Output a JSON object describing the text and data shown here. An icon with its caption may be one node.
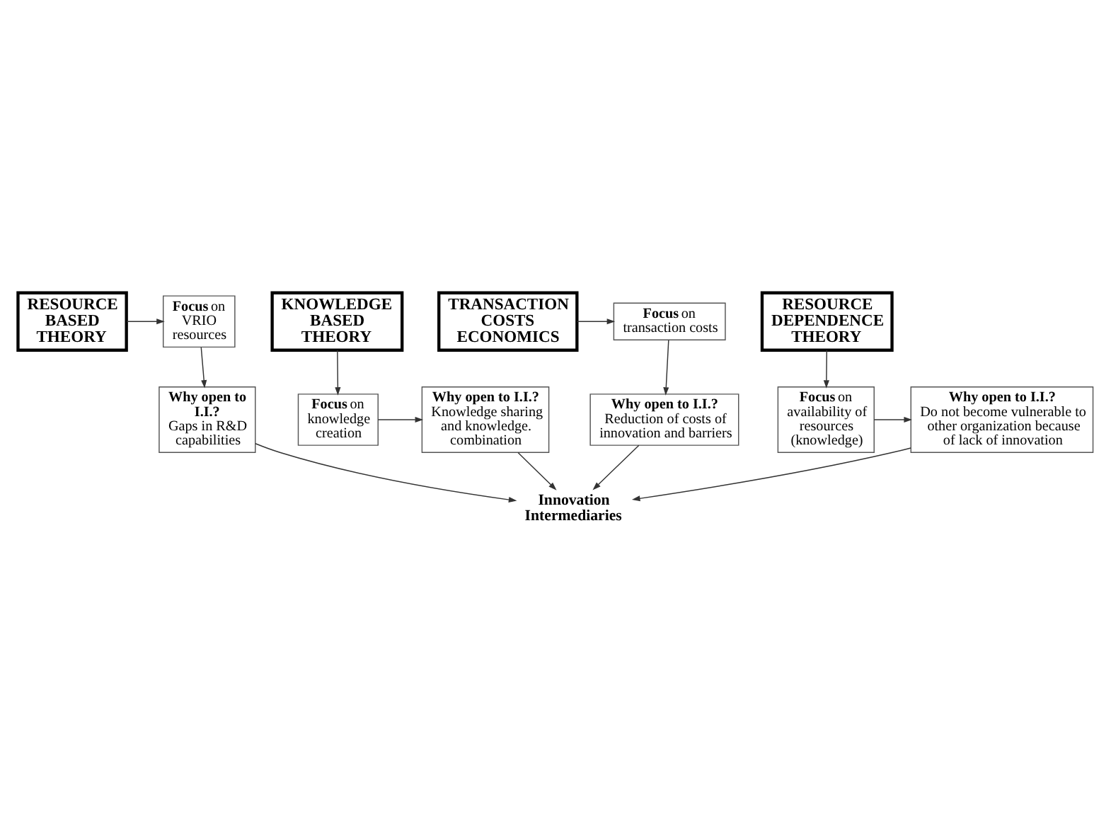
{
  "diagram": {
    "nodes": [
      {
        "text": [
          "RESOURCE BASED THEORY"
        ]
      },
      {
        "text": [
          "**Focus** on VRIO resources"
        ]
      },
      {
        "text": [
          "KNOWLEDGE BASED THEORY"
        ]
      },
      {
        "text": [
          "Why open to I.I.?",
          "Knowledge sharing and knowledge. combination"
        ]
      },
      {
        "text": [
          "**Focus** on knowledge creation"
        ]
      },
      {
        "text": [
          "Why open to I.I.?",
          "Gaps in R&D capabilities"
        ]
      },
      {
        "text": [
          "Innovation Intermediaries"
        ]
      },
      {
        "text": [
          "Why open to I.I.?",
          "Reduction of costs of innovation and barriers"
        ]
      },
      {
        "text": [
          "**Focus** on availability of resources (knowledge)"
        ]
      },
      {
        "text": [
          "Why open to I.I.?",
          "Do not become vulnerable to other organization because of lack of innovation"
        ]
      },
      {
        "text": [
          "RESOURCE DEPENDENCE THEORY"
        ]
      },
      {
        "text": [
          "**Focus** on transaction costs"
        ]
      },
      {
        "text": [
          "TRANSACTION COSTS ECONOMICS"
        ]
      }
    ],
    "edges": [
      {
        "from": 0,
        "to": 1,
        "arrow": "to"
      },
      {
        "from": 1,
        "to": 5,
        "arrow": "to"
      },
      {
        "from": 5,
        "to": 6,
        "arrow": "to"
      },
      {
        "from": 2,
        "to": 4,
        "arrow": "to"
      },
      {
        "from": 4,
        "to": 3,
        "arrow": "to"
      },
      {
        "from": 3,
        "to": 6,
        "arrow": "to"
      },
      {
        "from": 7,
        "to": 6,
        "arrow": "to"
      },
      {
        "from": 10,
        "to": 8,
        "arrow": "to"
      },
      {
        "from": 8,
        "to": 9,
        "arrow": "to"
      },
      {
        "from": 9,
        "to": 6,
        "arrow": "to"
      },
      {
        "from": 12,
        "to": 11,
        "arrow": "to"
      },
      {
        "from": 11,
        "to": 7,
        "arrow": "to"
      }
    ]
  }
}
